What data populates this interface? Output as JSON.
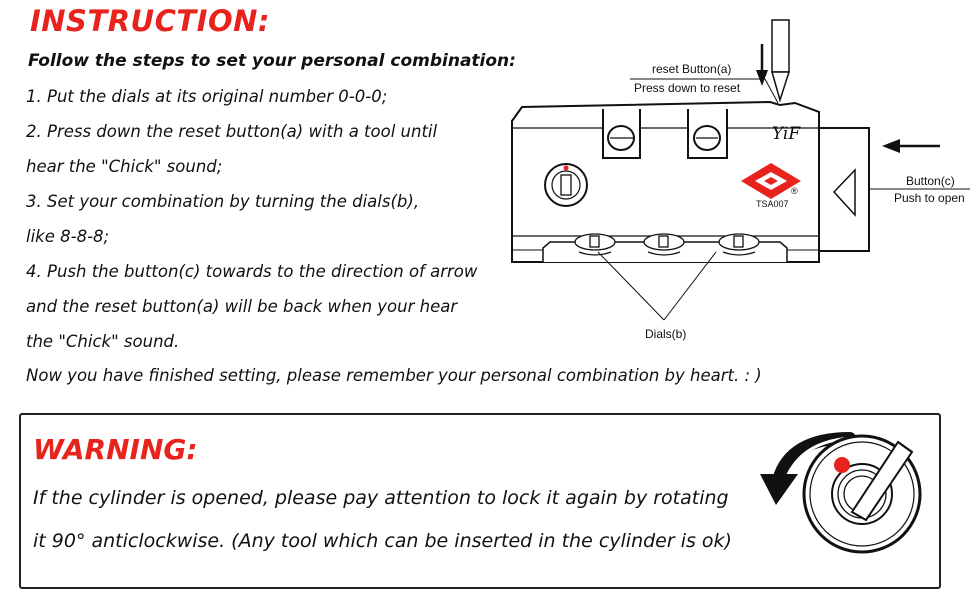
{
  "instruction": {
    "title": "INSTRUCTION:",
    "subtitle": "Follow the steps to set your personal combination:",
    "steps": [
      "1. Put the dials at its original number 0-0-0;",
      "2. Press down the reset button(a) with a tool until",
      "hear the \"Chick\" sound;",
      "3. Set your combination by turning the dials(b),",
      "like 8-8-8;",
      "4. Push the button(c) towards to the direction of arrow",
      " and the reset button(a) will be back when your hear",
      "the \"Chick\" sound."
    ],
    "finish": "Now you have finished setting, please remember your personal combination by heart. : )"
  },
  "diagram": {
    "reset_label": "reset Button(a)",
    "reset_action": "Press down to reset",
    "button_c_label": "Button(c)",
    "button_c_action": "Push to open",
    "dials_label": "Dials(b)",
    "brand": "YiF",
    "model": "TSA007",
    "registered": "®"
  },
  "warning": {
    "title": "WARNING:",
    "line1": "If the cylinder is opened, please pay attention to lock it again by rotating",
    "line2": "it 90° anticlockwise. (Any tool which can be inserted in the cylinder is ok)"
  },
  "colors": {
    "accent": "#e8231d",
    "text": "#111111"
  }
}
